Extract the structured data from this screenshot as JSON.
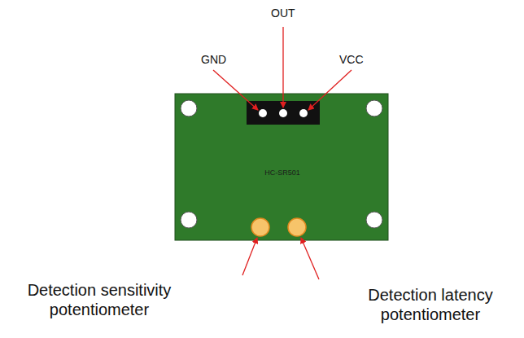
{
  "diagram": {
    "nodes": [
      {
        "text": [
          "HC-SR501"
        ]
      }
    ],
    "labels": [
      "OUT",
      "GND",
      "VCC",
      "Detection sensitivity potentiometer",
      "Detection latency potentiometer"
    ]
  }
}
